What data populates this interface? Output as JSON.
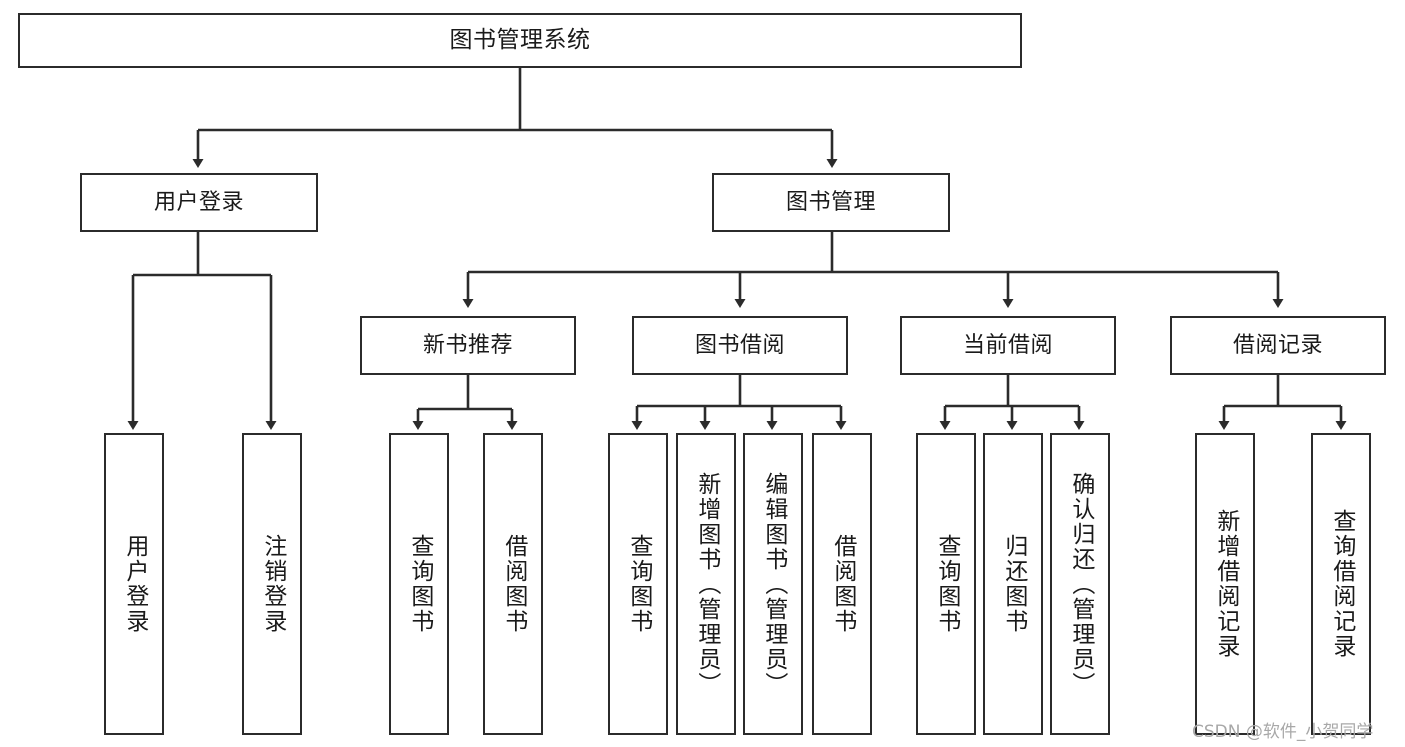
{
  "diagram": {
    "title": "图书管理系统",
    "root": {
      "id": "root",
      "label": "图书管理系统"
    },
    "level1": [
      {
        "id": "user-login",
        "label": "用户登录"
      },
      {
        "id": "book-manage",
        "label": "图书管理"
      }
    ],
    "level2": [
      {
        "id": "new-book-recommend",
        "label": "新书推荐",
        "parent": "book-manage"
      },
      {
        "id": "book-borrow",
        "label": "图书借阅",
        "parent": "book-manage"
      },
      {
        "id": "current-borrow",
        "label": "当前借阅",
        "parent": "book-manage"
      },
      {
        "id": "borrow-record",
        "label": "借阅记录",
        "parent": "book-manage"
      }
    ],
    "leaves": [
      {
        "id": "leaf-user-login",
        "label": "用户登录",
        "parent": "user-login"
      },
      {
        "id": "leaf-logout-login",
        "label": "注销登录",
        "parent": "user-login"
      },
      {
        "id": "leaf-query-book-1",
        "label": "查询图书",
        "parent": "new-book-recommend"
      },
      {
        "id": "leaf-borrow-book-1",
        "label": "借阅图书",
        "parent": "new-book-recommend"
      },
      {
        "id": "leaf-query-book-2",
        "label": "查询图书",
        "parent": "book-borrow"
      },
      {
        "id": "leaf-add-book",
        "label": "新增图书（管理员）",
        "parent": "book-borrow"
      },
      {
        "id": "leaf-edit-book",
        "label": "编辑图书（管理员）",
        "parent": "book-borrow"
      },
      {
        "id": "leaf-borrow-book-2",
        "label": "借阅图书",
        "parent": "book-borrow"
      },
      {
        "id": "leaf-query-book-3",
        "label": "查询图书",
        "parent": "current-borrow"
      },
      {
        "id": "leaf-return-book",
        "label": "归还图书",
        "parent": "current-borrow"
      },
      {
        "id": "leaf-confirm-return",
        "label": "确认归还（管理员）",
        "parent": "current-borrow"
      },
      {
        "id": "leaf-add-record",
        "label": "新增借阅记录",
        "parent": "borrow-record"
      },
      {
        "id": "leaf-query-record",
        "label": "查询借阅记录",
        "parent": "borrow-record"
      }
    ]
  },
  "watermark": {
    "text": "CSDN @软件_小贺同学"
  },
  "colors": {
    "stroke": "#2b2b2b",
    "background": "#ffffff",
    "text": "#1a1a1a",
    "watermark": "#a8a8a8"
  }
}
